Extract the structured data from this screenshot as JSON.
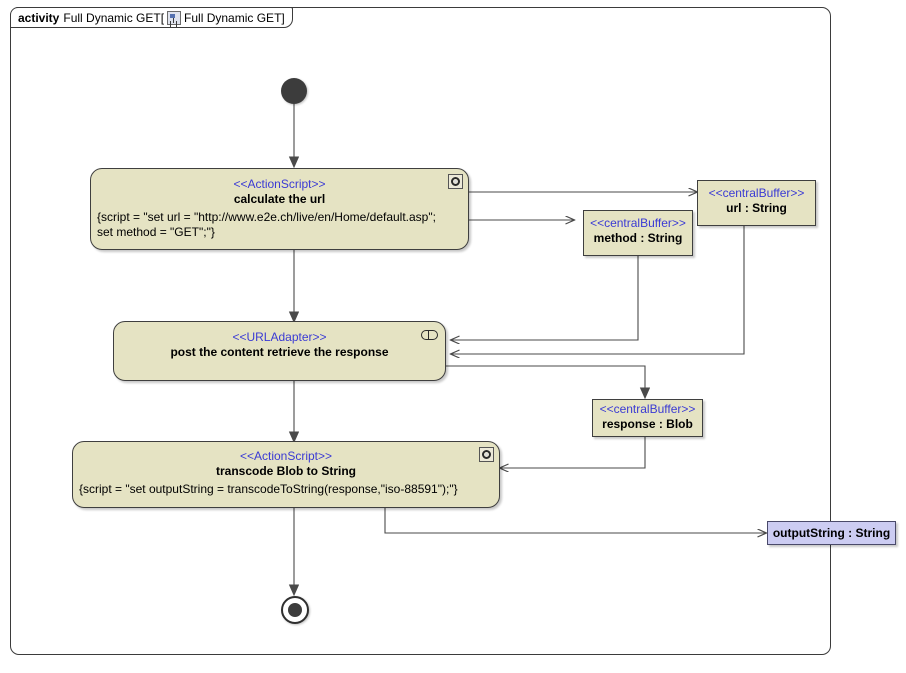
{
  "frame": {
    "keyword": "activity",
    "title_prefix": "Full Dynamic GET[",
    "icon": "activity-diagram-icon",
    "title_inner": "Full Dynamic GET",
    "title_suffix": "]"
  },
  "nodes": {
    "initial": {
      "name": "initial-node"
    },
    "final": {
      "name": "activity-final-node"
    },
    "calculate_url": {
      "stereotype": "<<ActionScript>>",
      "name": "calculate the url",
      "body_line1": "{script = \"set url = \"http://www.e2e.ch/live/en/Home/default.asp\";",
      "body_line2": "set method = \"GET\";\"}",
      "icon": "script-gear-icon"
    },
    "url_adapter": {
      "stereotype": "<<URLAdapter>>",
      "name": "post the content retrieve the response",
      "icon": "adapter-pill-icon"
    },
    "transcode": {
      "stereotype": "<<ActionScript>>",
      "name": "transcode Blob to String",
      "body_line1": "{script = \"set outputString = transcodeToString(response,\"iso-88591\");\"}",
      "icon": "script-gear-icon"
    },
    "buffer_url": {
      "stereotype": "<<centralBuffer>>",
      "name": "url : String"
    },
    "buffer_method": {
      "stereotype": "<<centralBuffer>>",
      "name": "method : String"
    },
    "buffer_response": {
      "stereotype": "<<centralBuffer>>",
      "name": "response : Blob"
    },
    "output_parameter": {
      "name": "outputString : String"
    }
  },
  "colors": {
    "node_fill": "#e5e3c3",
    "node_border": "#3f3f3f",
    "stereotype_text": "#3a3ad4",
    "parameter_fill": "#ccccf2",
    "edge": "#4a4a4a",
    "frame_border": "#3b3b3b",
    "initial_final": "#3c3c3c",
    "canvas": "#ffffff"
  }
}
